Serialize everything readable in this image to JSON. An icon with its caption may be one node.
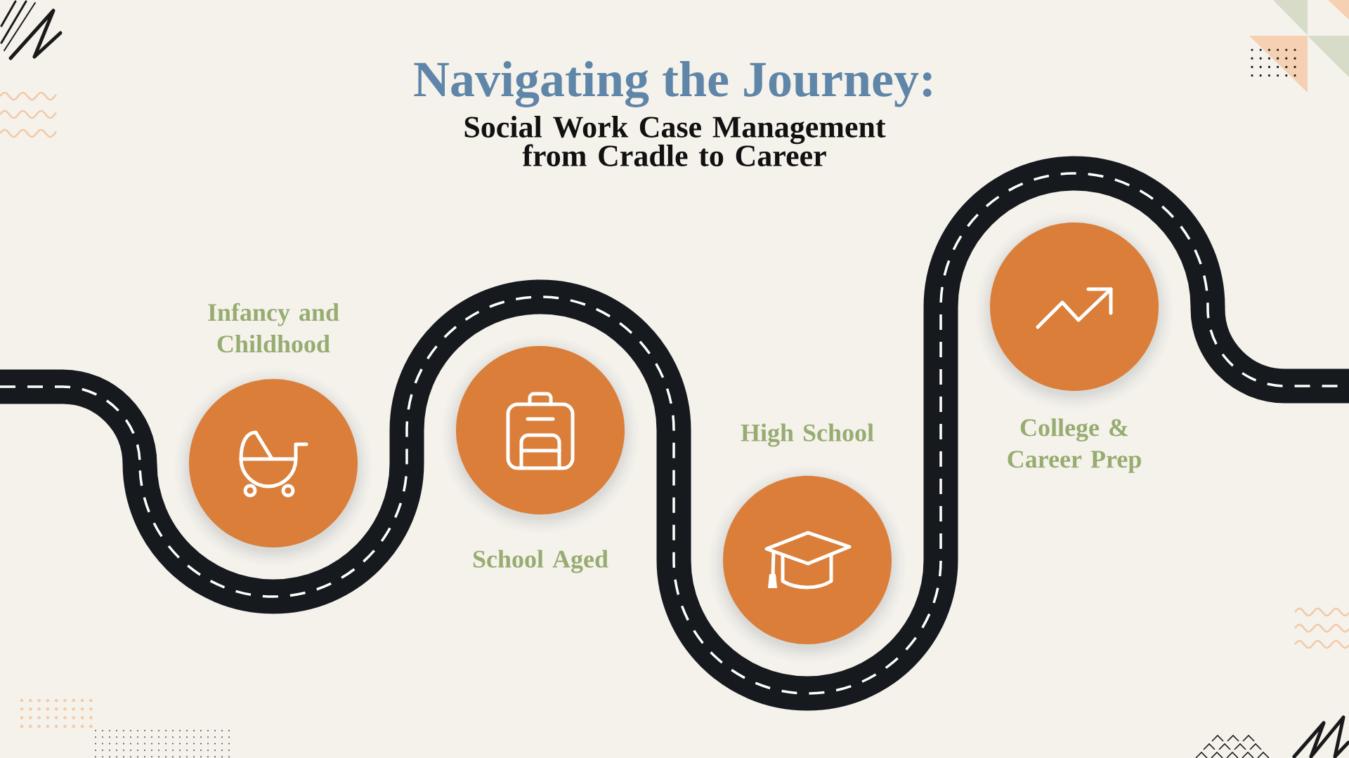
{
  "diagram": {
    "title": "Navigating the Journey:",
    "nodes": [
      {
        "text": [
          "Infancy and Childhood"
        ]
      },
      {
        "text": [
          "School Aged"
        ]
      },
      {
        "text": [
          "High School"
        ]
      },
      {
        "text": [
          "College & Career Prep"
        ]
      }
    ],
    "labels": [
      "Social Work Case Management from Cradle to Career"
    ]
  }
}
